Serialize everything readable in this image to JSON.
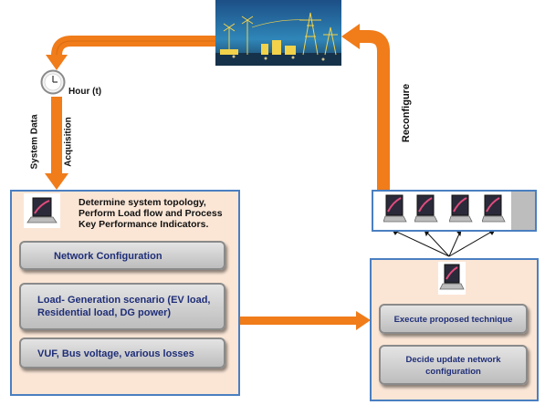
{
  "clock": {
    "label": "Hour (t)"
  },
  "left_arrow": {
    "label_outer": "System Data",
    "label_inner": "Acquisition"
  },
  "right_arrow": {
    "label": "Reconfigure"
  },
  "main_panel": {
    "heading_lines": [
      "Determine system topology,",
      "Perform Load flow and Process",
      "Key Performance Indicators."
    ],
    "items": [
      {
        "lines": [
          "Network Configuration"
        ]
      },
      {
        "lines": [
          "Load- Generation scenario (EV load,",
          "Residential load, DG power)"
        ]
      },
      {
        "lines": [
          "VUF, Bus voltage, various losses"
        ]
      }
    ]
  },
  "right_panel": {
    "items": [
      {
        "lines": [
          "Execute proposed technique"
        ]
      },
      {
        "lines": [
          "Decide update network",
          "configuration"
        ]
      }
    ]
  },
  "colors": {
    "arrow": "#f07c1a",
    "panel_fill": "#fbe6d6",
    "panel_border": "#4a7fc1",
    "text_navy": "#1f2e78"
  }
}
